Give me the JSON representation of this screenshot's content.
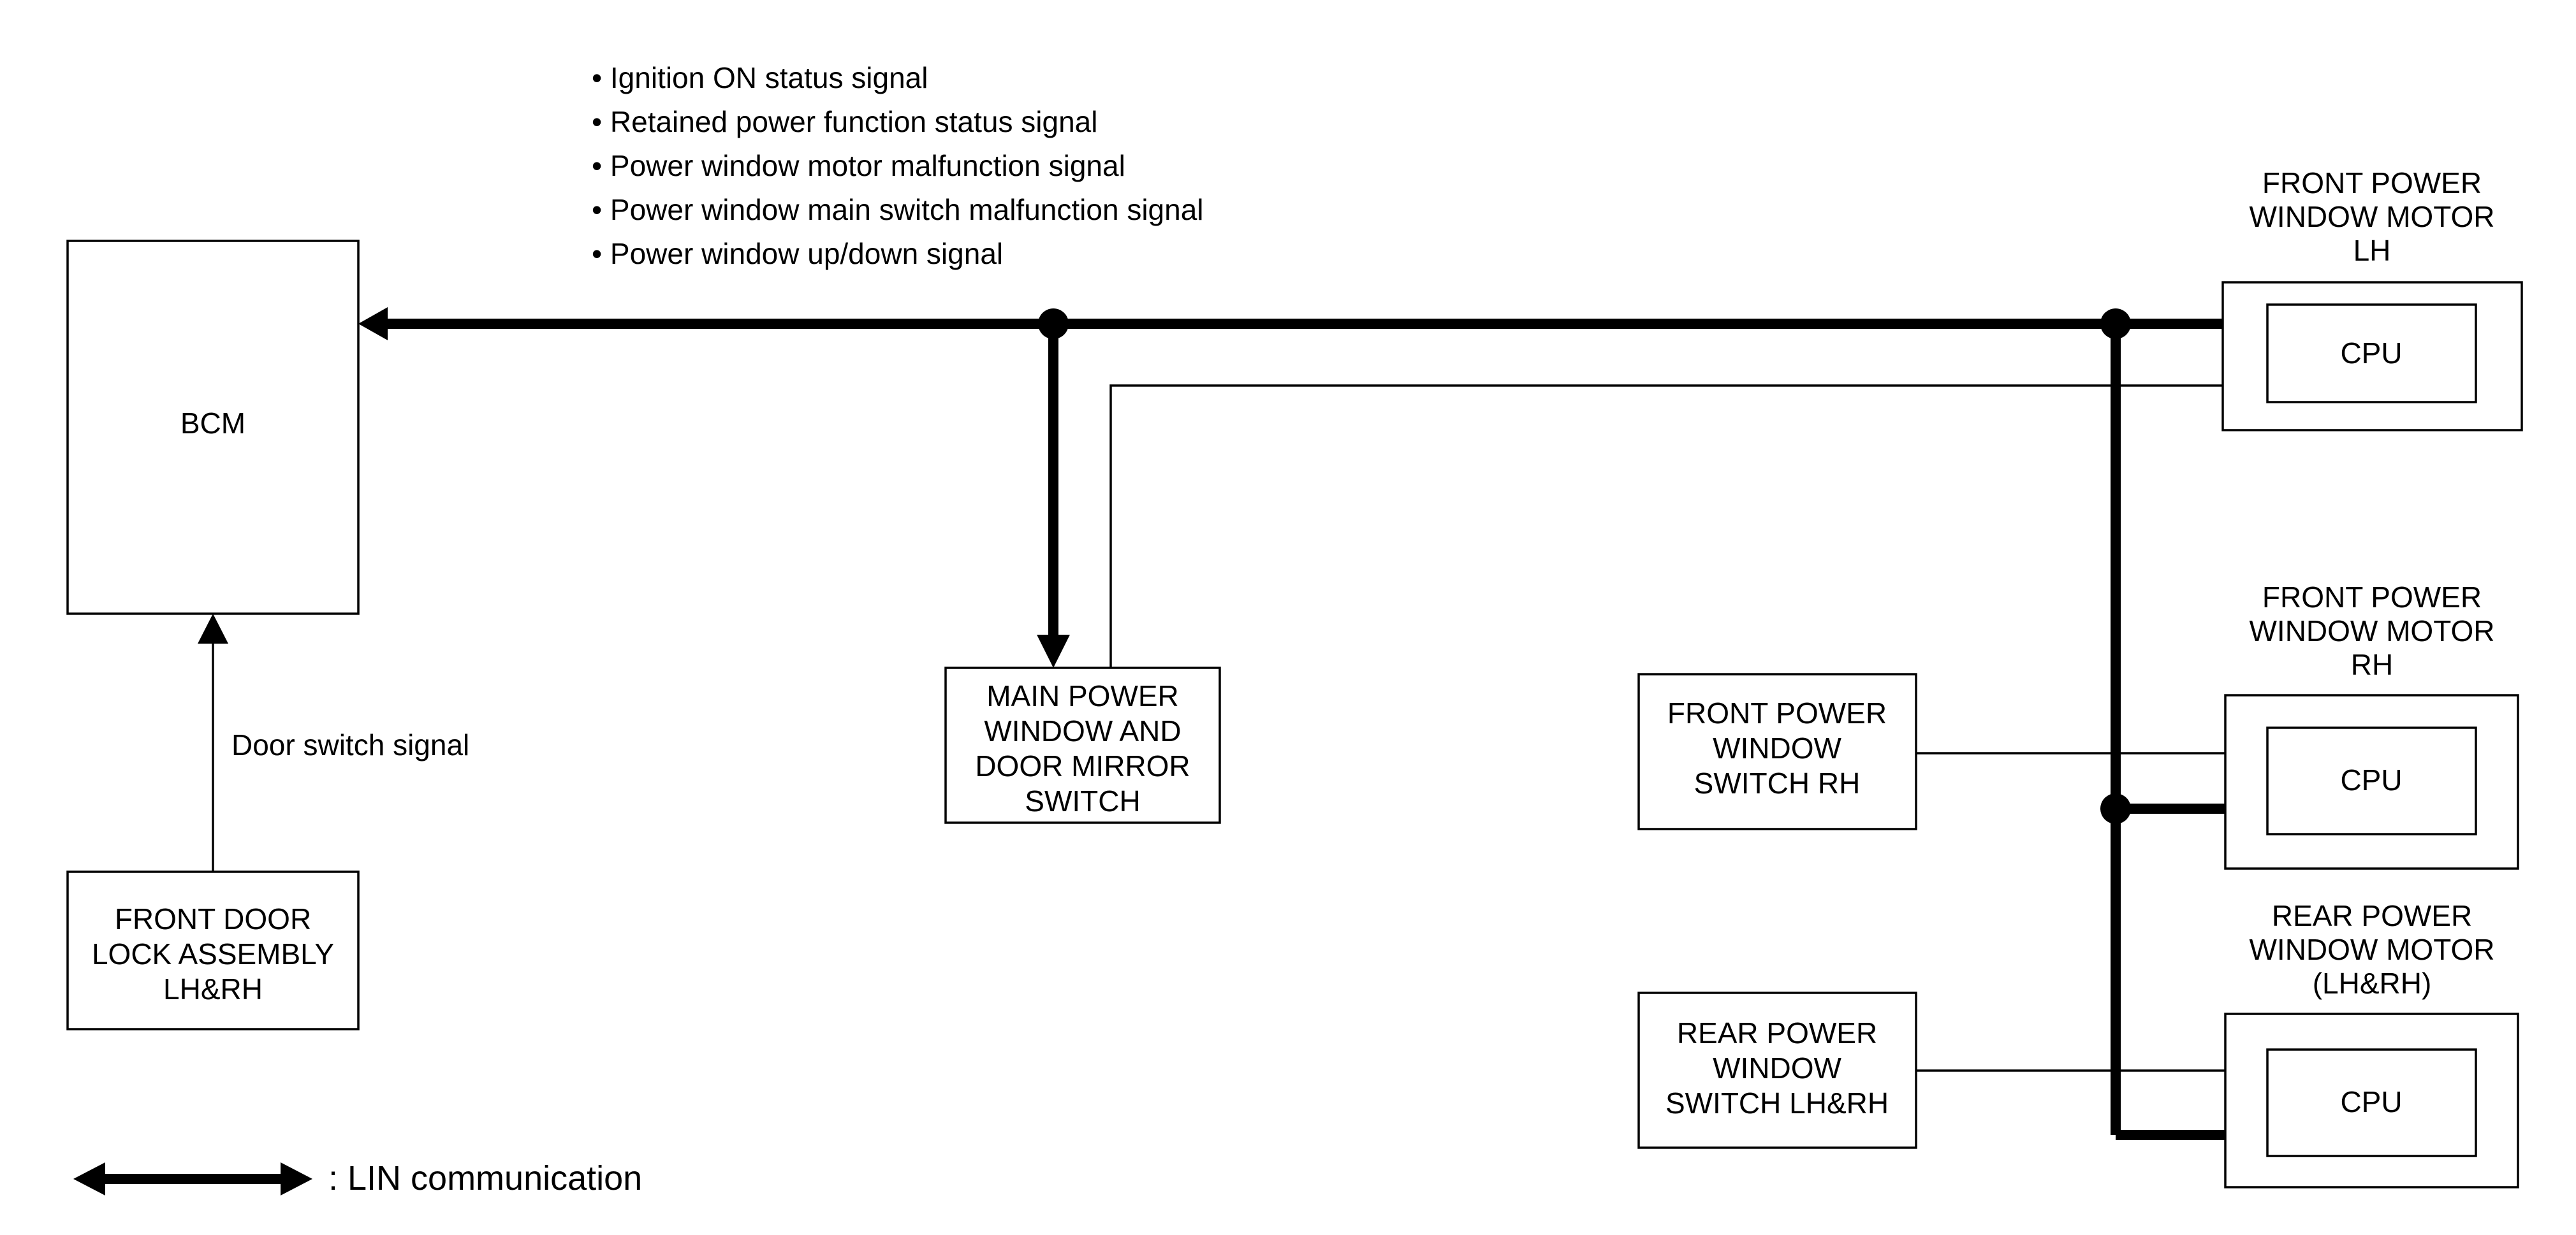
{
  "colors": {
    "line": "#000000",
    "background": "#ffffff"
  },
  "bcm": {
    "label": "BCM"
  },
  "bus_signals": [
    "• Ignition ON status signal",
    "• Retained power function status signal",
    "• Power window motor malfunction signal",
    "• Power window main switch malfunction signal",
    "• Power window up/down signal"
  ],
  "door_switch_signal": "Door switch signal",
  "front_door_lock": {
    "lines": [
      "FRONT DOOR",
      "LOCK ASSEMBLY",
      "LH&RH"
    ]
  },
  "main_switch": {
    "lines": [
      "MAIN POWER",
      "WINDOW AND",
      "DOOR MIRROR",
      "SWITCH"
    ]
  },
  "front_switch_rh": {
    "lines": [
      "FRONT POWER",
      "WINDOW",
      "SWITCH RH"
    ]
  },
  "rear_switch": {
    "lines": [
      "REAR POWER",
      "WINDOW",
      "SWITCH LH&RH"
    ]
  },
  "motor_front_lh": {
    "title_lines": [
      "FRONT POWER",
      "WINDOW MOTOR",
      "LH"
    ],
    "cpu": "CPU"
  },
  "motor_front_rh": {
    "title_lines": [
      "FRONT POWER",
      "WINDOW MOTOR",
      "RH"
    ],
    "cpu": "CPU"
  },
  "motor_rear": {
    "title_lines": [
      "REAR POWER",
      "WINDOW MOTOR",
      "(LH&RH)"
    ],
    "cpu": "CPU"
  },
  "legend": {
    "label": ": LIN communication"
  }
}
